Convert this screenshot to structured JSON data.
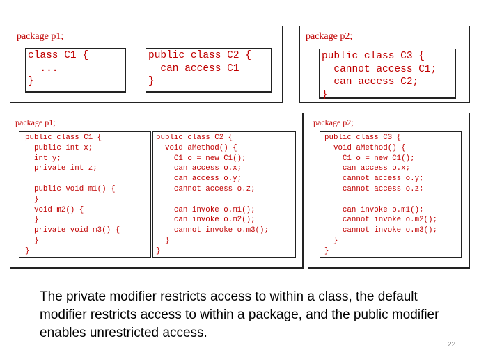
{
  "top_row": {
    "p1": {
      "title": "package p1;",
      "c1": "class C1 {\n  ...\n}",
      "c2": "public class C2 {\n  can access C1\n}"
    },
    "p2": {
      "title": "package p2;",
      "c3": "public class C3 {\n  cannot access C1;\n  can access C2;\n}"
    }
  },
  "bottom_row": {
    "p1": {
      "title": "package p1;",
      "c1": "public class C1 {\n  public int x;\n  int y;\n  private int z;\n\n  public void m1() {\n  }\n  void m2() {\n  }\n  private void m3() {\n  }\n}",
      "c2": "public class C2 {\n  void aMethod() {\n    C1 o = new C1();\n    can access o.x;\n    can access o.y;\n    cannot access o.z;\n\n    can invoke o.m1();\n    can invoke o.m2();\n    cannot invoke o.m3();\n  }\n}"
    },
    "p2": {
      "title": "package p2;",
      "c3": "public class C3 {\n  void aMethod() {\n    C1 o = new C1();\n    can access o.x;\n    cannot access o.y;\n    cannot access o.z;\n\n    can invoke o.m1();\n    cannot invoke o.m2();\n    cannot invoke o.m3();\n  }\n}"
    }
  },
  "caption": "The private modifier restricts access to within a class, the default modifier restricts access to within a package, and the public modifier enables unrestricted access.",
  "page_number": "22",
  "colors": {
    "code_text": "#c00000",
    "border": "#222222",
    "page_number": "#8c8c8c"
  }
}
